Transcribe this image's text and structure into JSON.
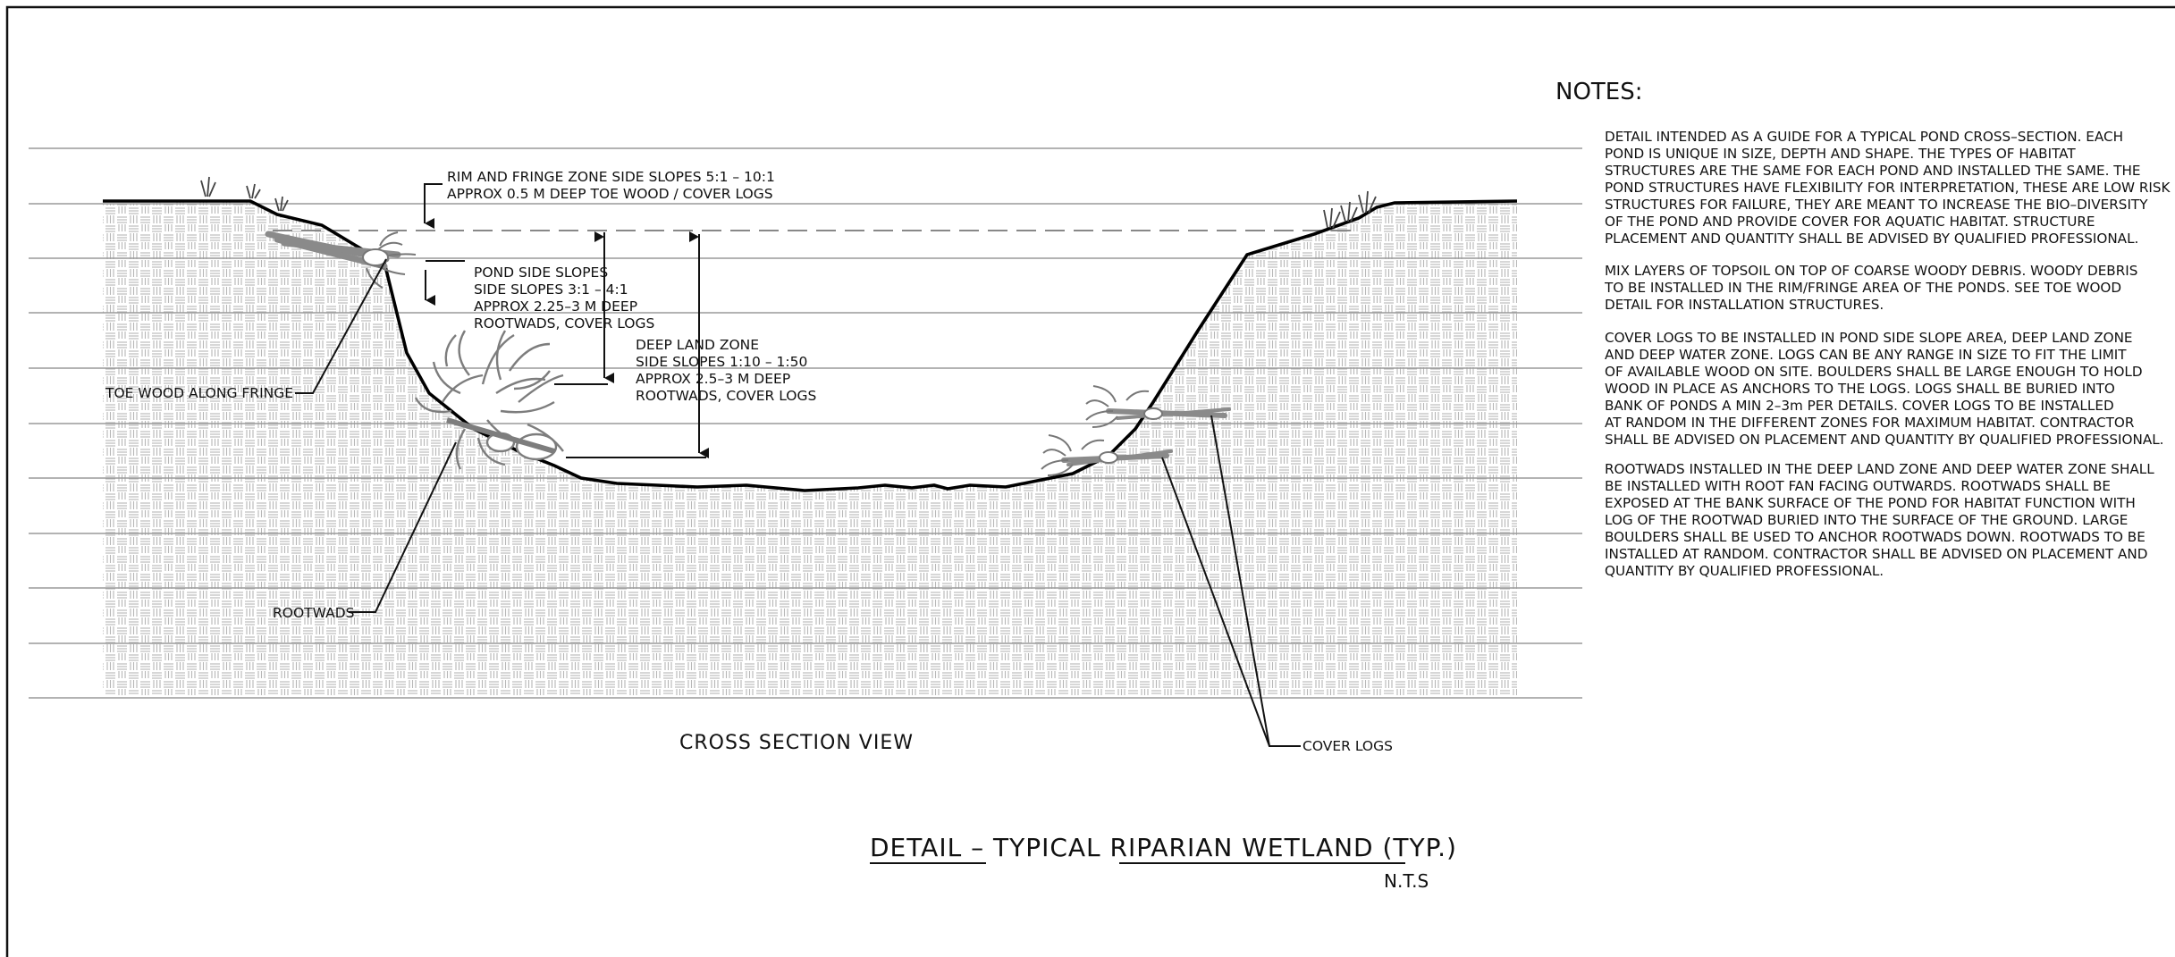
{
  "diagram": {
    "labels": {
      "rim_zone": [
        "RIM AND FRINGE ZONE SIDE SLOPES 5:1 – 10:1",
        "APPROX 0.5 M DEEP TOE WOOD / COVER LOGS"
      ],
      "pond_side": [
        "POND SIDE SLOPES",
        "SIDE SLOPES 3:1 – 4:1",
        "APPROX 2.25–3 M DEEP",
        "ROOTWADS, COVER LOGS"
      ],
      "deep_land": [
        "DEEP LAND ZONE",
        "SIDE SLOPES 1:10 – 1:50",
        "APPROX 2.5–3 M DEEP",
        "ROOTWADS, COVER LOGS"
      ],
      "toe_wood": "TOE WOOD ALONG FRINGE",
      "rootwads": "ROOTWADS",
      "cover_logs": "COVER LOGS"
    },
    "cross_section_title": "CROSS SECTION VIEW",
    "detail_title": "DETAIL – TYPICAL RIPARIAN WETLAND (TYP.)",
    "scale": "N.T.S"
  },
  "notes": {
    "title": "NOTES:",
    "paragraphs": [
      [
        "DETAIL INTENDED AS A GUIDE FOR A TYPICAL POND CROSS–SECTION.  EACH",
        "POND IS UNIQUE IN SIZE, DEPTH AND SHAPE.  THE TYPES OF HABITAT",
        "STRUCTURES ARE THE SAME FOR EACH POND AND INSTALLED THE SAME.  THE",
        "POND STRUCTURES HAVE FLEXIBILITY FOR INTERPRETATION, THESE ARE LOW RISK",
        "STRUCTURES FOR FAILURE, THEY ARE MEANT TO INCREASE THE BIO–DIVERSITY",
        "OF THE POND AND PROVIDE COVER FOR AQUATIC HABITAT.  STRUCTURE",
        "PLACEMENT AND QUANTITY SHALL BE ADVISED BY QUALIFIED PROFESSIONAL."
      ],
      [
        "MIX LAYERS OF TOPSOIL ON TOP OF COARSE WOODY DEBRIS. WOODY DEBRIS",
        "TO BE INSTALLED IN THE RIM/FRINGE AREA OF THE PONDS. SEE TOE WOOD",
        "DETAIL FOR INSTALLATION STRUCTURES."
      ],
      [
        "COVER LOGS TO BE INSTALLED IN POND SIDE SLOPE AREA, DEEP LAND ZONE",
        "AND DEEP WATER ZONE.  LOGS CAN BE ANY RANGE IN SIZE TO FIT THE LIMIT",
        "OF AVAILABLE WOOD ON SITE.  BOULDERS SHALL BE LARGE ENOUGH TO HOLD",
        "WOOD IN PLACE AS ANCHORS TO THE LOGS. LOGS SHALL BE BURIED INTO",
        "BANK OF PONDS A MIN 2–3m PER DETAILS.  COVER LOGS TO BE INSTALLED",
        "AT RANDOM IN THE DIFFERENT ZONES FOR MAXIMUM HABITAT. CONTRACTOR",
        "SHALL BE ADVISED ON PLACEMENT AND QUANTITY BY QUALIFIED PROFESSIONAL."
      ],
      [
        "ROOTWADS INSTALLED IN THE DEEP LAND ZONE AND DEEP WATER ZONE SHALL",
        "BE INSTALLED WITH ROOT FAN FACING OUTWARDS.  ROOTWADS SHALL BE",
        "EXPOSED AT THE BANK SURFACE OF THE POND FOR HABITAT FUNCTION WITH",
        "LOG OF THE ROOTWAD BURIED INTO THE SURFACE OF THE GROUND.  LARGE",
        "BOULDERS SHALL BE USED TO ANCHOR ROOTWADS DOWN.  ROOTWADS TO BE",
        "INSTALLED AT RANDOM. CONTRACTOR SHALL BE ADVISED ON PLACEMENT AND",
        "QUANTITY BY QUALIFIED PROFESSIONAL."
      ]
    ]
  }
}
